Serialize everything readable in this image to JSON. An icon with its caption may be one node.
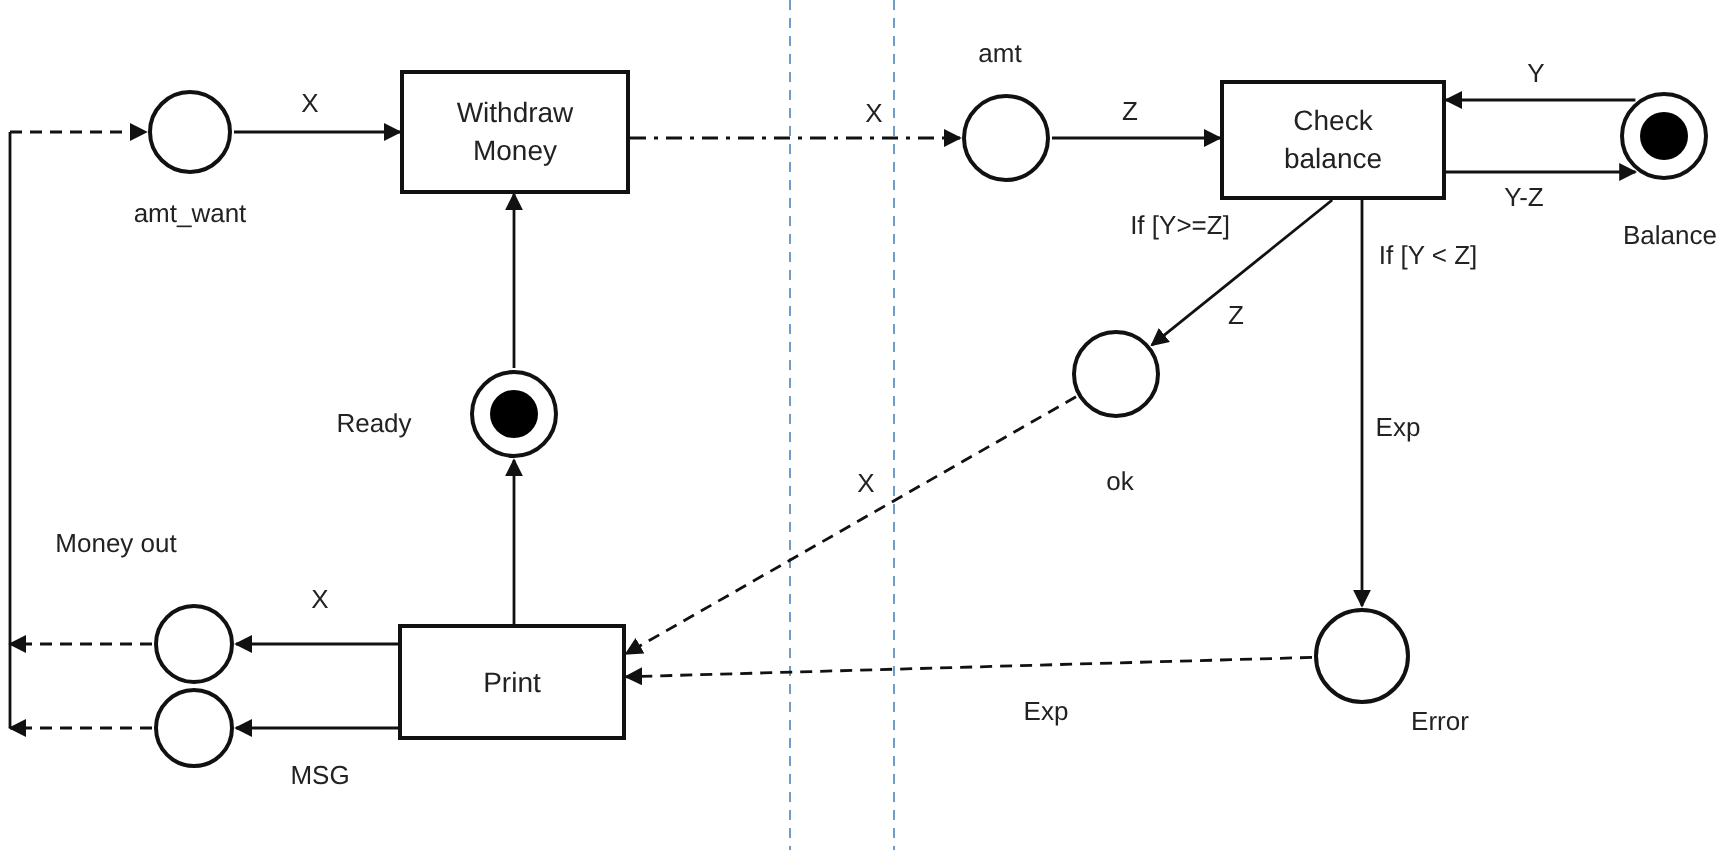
{
  "diagram": {
    "nodes": [
      {
        "text": [],
        "shape": "circle",
        "beside": [
          "amt_want"
        ]
      },
      {
        "text": [
          "Withdraw Money"
        ]
      },
      {
        "text": [],
        "shape": "circle",
        "beside": [
          "amt"
        ]
      },
      {
        "text": [
          "Check balance"
        ]
      },
      {
        "text": [],
        "shape": "circle",
        "beside": [
          "Balance"
        ]
      },
      {
        "text": [],
        "shape": "circle",
        "beside": [
          "Ready"
        ]
      },
      {
        "text": [],
        "shape": "circle",
        "beside": [
          "ok"
        ]
      },
      {
        "text": [
          "Print"
        ]
      },
      {
        "text": [],
        "shape": "circle",
        "beside": [
          "Money out"
        ]
      },
      {
        "text": [],
        "shape": "circle",
        "beside": [
          "MSG"
        ]
      },
      {
        "text": [],
        "shape": "circle",
        "beside": [
          "Error"
        ]
      }
    ],
    "edges": [
      {
        "from": 0,
        "to": 1,
        "arrow": "to",
        "label": "X"
      },
      {
        "from": 1,
        "to": 2,
        "arrow": "to",
        "label": "X",
        "style": "dashed"
      },
      {
        "from": 2,
        "to": 3,
        "arrow": "to",
        "label": "Z"
      },
      {
        "from": 4,
        "to": 3,
        "arrow": "to",
        "label": "Y"
      },
      {
        "from": 3,
        "to": 4,
        "arrow": "to",
        "label": "Y-Z"
      },
      {
        "from": 3,
        "to": 6,
        "arrow": "to",
        "label": "Z"
      },
      {
        "from": 3,
        "to": 10,
        "arrow": "to",
        "label": "Exp"
      },
      {
        "from": 5,
        "to": 1,
        "arrow": "to"
      },
      {
        "from": 7,
        "to": 5,
        "arrow": "to"
      },
      {
        "from": 6,
        "to": 7,
        "arrow": "to",
        "label": "X",
        "style": "dashed"
      },
      {
        "from": 10,
        "to": 7,
        "arrow": "to",
        "label": "Exp",
        "style": "dashed"
      },
      {
        "from": 7,
        "to": 8,
        "arrow": "to",
        "label": "X"
      },
      {
        "from": 7,
        "to": 9,
        "arrow": "to"
      },
      {
        "from": 8,
        "to": null,
        "arrow": "to",
        "style": "dashed"
      },
      {
        "from": 9,
        "to": null,
        "arrow": "to",
        "style": "dashed"
      },
      {
        "from": null,
        "to": 0,
        "arrow": "to",
        "style": "dashed"
      }
    ],
    "labels": [
      "If [Y>=Z]",
      "If [Y < Z]"
    ]
  }
}
